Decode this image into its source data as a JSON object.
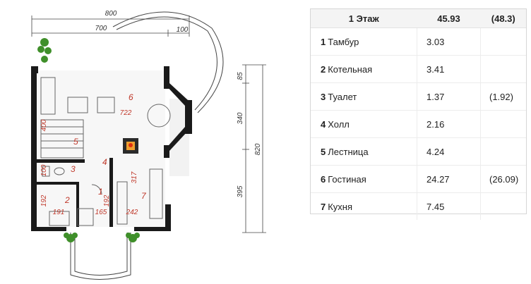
{
  "plan": {
    "dimensions": {
      "total_width": "800",
      "left_width": "700",
      "bay_width": "100",
      "upper_height": "85",
      "middle_height": "340",
      "lower_height": "395",
      "total_height": "820",
      "living_width": "722",
      "stair_height": "400",
      "wc_height": "100",
      "room2_height": "192",
      "room1_height": "192",
      "kitchen_height": "317",
      "room2_width": "191",
      "room1_width": "165",
      "kitchen_width": "242"
    },
    "room_numbers": [
      "1",
      "2",
      "3",
      "4",
      "5",
      "6",
      "7"
    ]
  },
  "table": {
    "header": {
      "floor": "1 Этаж",
      "area": "45.93",
      "full_area": "(48.3)"
    },
    "rows": [
      {
        "num": "1",
        "name": "Тамбур",
        "area": "3.03",
        "full": ""
      },
      {
        "num": "2",
        "name": "Котельная",
        "area": "3.41",
        "full": ""
      },
      {
        "num": "3",
        "name": "Туалет",
        "area": "1.37",
        "full": "(1.92)"
      },
      {
        "num": "4",
        "name": "Холл",
        "area": "2.16",
        "full": ""
      },
      {
        "num": "5",
        "name": "Лестница",
        "area": "4.24",
        "full": ""
      },
      {
        "num": "6",
        "name": "Гостиная",
        "area": "24.27",
        "full": "(26.09)"
      },
      {
        "num": "7",
        "name": "Кухня",
        "area": "7.45",
        "full": ""
      }
    ]
  },
  "colors": {
    "wall": "#1a1a1a",
    "dimension_red": "#c0392b",
    "plant_green": "#3f8f2a"
  }
}
